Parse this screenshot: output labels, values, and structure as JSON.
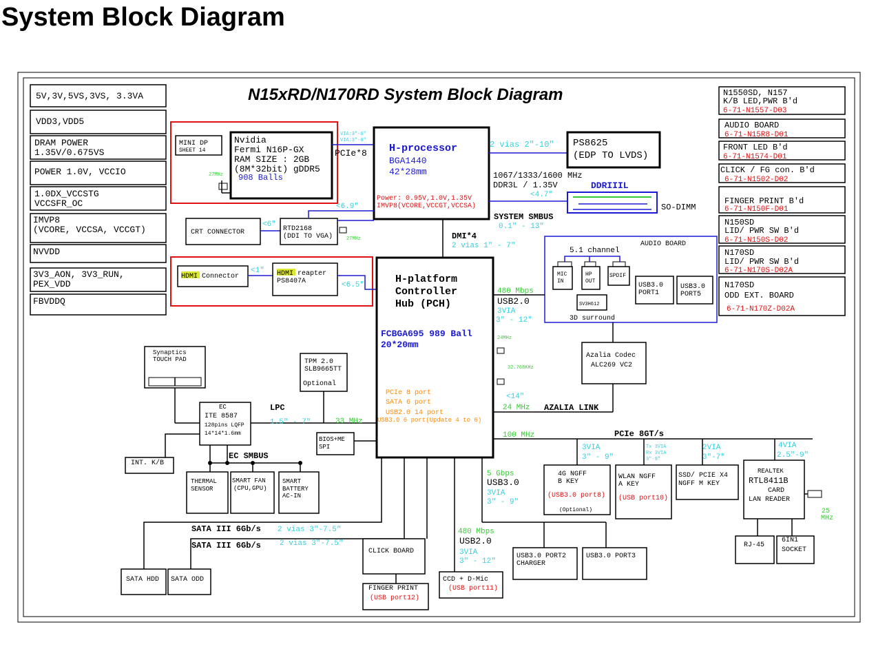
{
  "page_title": "System Block Diagram",
  "diagram_title": "N15xRD/N170RD System Block Diagram",
  "power_rails": [
    "5V,3V,5VS,3VS, 3.3VA",
    "VDD3,VDD5",
    "DRAM POWER",
    "1.35V/0.675VS",
    "POWER 1.0V, VCCIO",
    "1.0DX_VCCSTG",
    "VCCSFR_OC",
    "IMVP8",
    "(VCORE, VCCSA, VCCGT)",
    "NVVDD",
    "3V3_AON, 3V3_RUN,",
    "PEX_VDD",
    "FBVDDQ"
  ],
  "gpu": {
    "mini_dp": "MINI DP",
    "sheet": "SHEET 14",
    "l1": "Nvidia",
    "l2": "Fermi N16P-GX",
    "l3": "RAM SIZE : 2GB",
    "l4": "(8M*32bit) gDDR5",
    "l5": "908 Balls",
    "clk": "27MHz",
    "via1": "VIA:3\"-6\"",
    "via2": "VIA:3\"-6\"",
    "pcie": "PCIe*8"
  },
  "cpu": {
    "l1": "H-processor",
    "l2": "BGA1440",
    "l3": "42*28mm",
    "p1": "Power: 0.95V,1.0V,1.35V",
    "p2": "IMVP8(VCORE,VCCGT,VCCSA)"
  },
  "edp": {
    "vias": "2 vias 2\"-10\"",
    "l1": "PS8625",
    "l2": "(EDP TO LVDS)"
  },
  "memory": {
    "speed": "1067/1333/1600 MHz",
    "type": "DDR3L / 1.35V",
    "len": "<4.7\"",
    "label": "DDRIIIL",
    "sodimm": "SO-DIMM"
  },
  "crt": {
    "label": "CRT CONNECTOR",
    "len": "<6\"",
    "rtd1": "RTD2168",
    "rtd2": "(DDI TO VGA)",
    "clk": "27MHz",
    "len2": "<6.9\""
  },
  "hdmi": {
    "h1": "HDMI",
    "h1b": " Connector",
    "len": "<1\"",
    "h2": "HDMI",
    "h2b": " reapter",
    "chip": "PS8407A",
    "len2": "<6.5\""
  },
  "smbus": {
    "label": "SYSTEM SMBUS",
    "len": "0.1\" - 13\""
  },
  "dmi": {
    "label": "DMI*4",
    "vias": "2 vias 1\" - 7\""
  },
  "pch": {
    "l1": "H-platform",
    "l2": "Controller",
    "l3": "Hub (PCH)",
    "pkg": "FCBGA695 989 Ball",
    "size": "20*20mm",
    "c1": "24MHz",
    "c2": "32.768KHz",
    "f1": "PCIe 8 port",
    "f2": "SATA 6 port",
    "f3": "USB2.0 14 port",
    "f4": "USB3.0 6 port(Update 4 to 6)"
  },
  "audio_board": {
    "title": "AUDIO BOARD",
    "channel": "5.1 channel",
    "mic1": "MIC",
    "mic2": "IN",
    "hp1": "HP",
    "hp2": "OUT",
    "spdif": "SPDIF",
    "amp": "SV3H612",
    "surround": "3D surround",
    "usb3a1": "USB3.0",
    "usb3a2": "PORT1",
    "usb3b1": "USB3.0",
    "usb3b2": "PORT5",
    "speed": "480 Mbps",
    "bus": "USB2.0",
    "via": "3VIA",
    "len": "3\" - 12\""
  },
  "codec": {
    "l1": "Azalia Codec",
    "l2": "ALC269 VC2",
    "len": "<14\"",
    "clk": "24 MHz",
    "link": "AZALIA LINK"
  },
  "right_boards": [
    {
      "l1": "N1550SD, N157",
      "l2": "K/B LED,PWR B'd",
      "pn": "6-71-N1557-D03"
    },
    {
      "l1": "AUDIO BOARD",
      "pn": "6-71-N15R8-D01"
    },
    {
      "l1": "FRONT LED B'd",
      "pn": "6-71-N1574-D01"
    },
    {
      "l1": "CLICK / FG con. B'd",
      "pn": "6-71-N1502-D02"
    },
    {
      "l1": "FINGER PRINT B'd",
      "pn": "6-71-N150F-D01"
    },
    {
      "l1": "N150SD",
      "l2": "LID/ PWR SW B'd",
      "pn": "6-71-N150S-D02"
    },
    {
      "l1": "N170SD",
      "l2": "LID/ PWR SW B'd",
      "pn": "6-71-N170S-D02A"
    },
    {
      "l1": "N170SD",
      "l2": "ODD EXT. BOARD",
      "pn": "6-71-N170Z-D02A"
    }
  ],
  "ec": {
    "tp1": "Synaptics",
    "tp2": "TOUCH PAD",
    "l1": "EC",
    "l2": "ITE 8587",
    "l3": "128pins LQFP",
    "l4": "14*14*1.6mm",
    "lpc": "LPC",
    "lpc_len": "1.5\" - 7\"",
    "lpc_clk": "33 MHz",
    "tpm1": "TPM 2.0",
    "tpm2": "SLB9665TT",
    "tpm3": "Optional",
    "bios1": "BIOS+ME",
    "bios2": "SPI",
    "kb": "INT. K/B",
    "smbus": "EC SMBUS",
    "t1": "THERMAL",
    "t2": "SENSOR",
    "f1": "SMART FAN",
    "f2": "(CPU,GPU)",
    "b1": "SMART",
    "b2": "BATTERY",
    "b3": "AC-IN"
  },
  "sata": {
    "bus1": "SATA III 6Gb/s",
    "via1": "2 vias 3\"-7.5\"",
    "bus2": "SATA III 6Gb/s",
    "via2": "2 vias 3\"-7.5\"",
    "hdd": "SATA HDD",
    "odd": "SATA ODD"
  },
  "usb_bottom": {
    "click": "CLICK BOARD",
    "fp1": "FINGER PRINT",
    "fp2": "(USB port12)",
    "speed": "480 Mbps",
    "bus": "USB2.0",
    "via": "3VIA",
    "len": "3\" - 12\"",
    "ccd1": "CCD + D-Mic",
    "ccd2": "(USB port11)"
  },
  "usb3": {
    "speed": "5 Gbps",
    "bus": "USB3.0",
    "via": "3VIA",
    "len": "3\" - 9\"",
    "p2a": "USB3.0 PORT2",
    "p2b": "CHARGER",
    "p3": "USB3.0 PORT3"
  },
  "pcie_bus": {
    "clk": "100 MHz",
    "label": "PCIe 8GT/s",
    "v1": "3VIA",
    "v1l": "3\" - 9\"",
    "tx": "Tx 3VIA",
    "rx": "Rx 3VIA",
    "txrx": "3\"-9\"",
    "v2": "2VIA",
    "v2l": "3\"-7\"",
    "v3": "4VIA",
    "v3l": "2.5\"-9\""
  },
  "ngff": {
    "b1": "4G NGFF",
    "b2": "B KEY",
    "b3": "(USB3.0 port8)",
    "b4": "(Optional)",
    "w1": "WLAN NGFF",
    "w2": "A KEY",
    "w3": "(USB port10)",
    "s1": "SSD/ PCIE X4",
    "s2": "NGFF M KEY"
  },
  "lan": {
    "l1": "REALTEK",
    "l2": "RTL8411B",
    "l3": "CARD",
    "l4": "LAN READER",
    "clk1": "25",
    "clk2": "MHz",
    "rj": "RJ-45",
    "s1": "6IN1",
    "s2": "SOCKET"
  },
  "colors": {
    "blue": "#1a1ad6",
    "red": "#e01010",
    "cyan": "#33d0e0",
    "green": "#33cc33",
    "orange": "#ff8800"
  }
}
